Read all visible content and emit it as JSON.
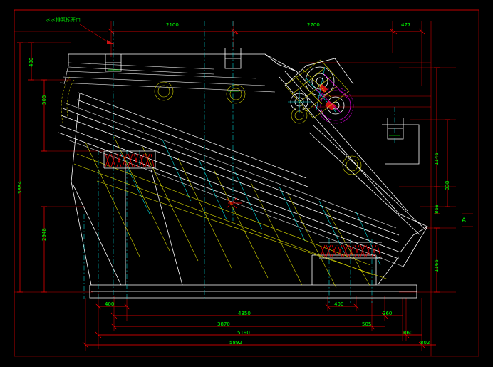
{
  "drawing": {
    "title": "Vibrating Screen Assembly Drawing",
    "background_color": "#000000",
    "note_label": "水水排泵标开口",
    "section_letter": "A"
  },
  "dimensions": {
    "top": [
      {
        "name": "top-dim-2100",
        "value": "2100"
      },
      {
        "name": "top-dim-2700",
        "value": "2700"
      },
      {
        "name": "top-dim-477",
        "value": "477"
      }
    ],
    "left": [
      {
        "name": "left-dim-480",
        "value": "480"
      },
      {
        "name": "left-dim-505",
        "value": "505"
      },
      {
        "name": "left-dim-3884",
        "value": "3884"
      },
      {
        "name": "left-dim-2948",
        "value": "2948"
      }
    ],
    "right": [
      {
        "name": "right-dim-1146",
        "value": "1146"
      },
      {
        "name": "right-dim-338",
        "value": "338"
      },
      {
        "name": "right-dim-868",
        "value": "868"
      },
      {
        "name": "right-dim-1166",
        "value": "1166"
      }
    ],
    "bottom": [
      {
        "name": "bottom-dim-400-left",
        "value": "400"
      },
      {
        "name": "bottom-dim-400-right",
        "value": "400"
      },
      {
        "name": "bottom-dim-360",
        "value": "360"
      },
      {
        "name": "bottom-dim-4350",
        "value": "4350"
      },
      {
        "name": "bottom-dim-3870",
        "value": "3870"
      },
      {
        "name": "bottom-dim-505",
        "value": "505"
      },
      {
        "name": "bottom-dim-5190",
        "value": "5190"
      },
      {
        "name": "bottom-dim-860",
        "value": "860"
      },
      {
        "name": "bottom-dim-5892",
        "value": "5892"
      },
      {
        "name": "bottom-dim-802",
        "value": "802"
      }
    ]
  },
  "colors": {
    "dimension": "#ff0000",
    "text": "#00ff00",
    "geometry": "#ffffff",
    "centerline": "#00e0e0",
    "detail": "#d8d800",
    "highlight": "#cc00cc"
  }
}
